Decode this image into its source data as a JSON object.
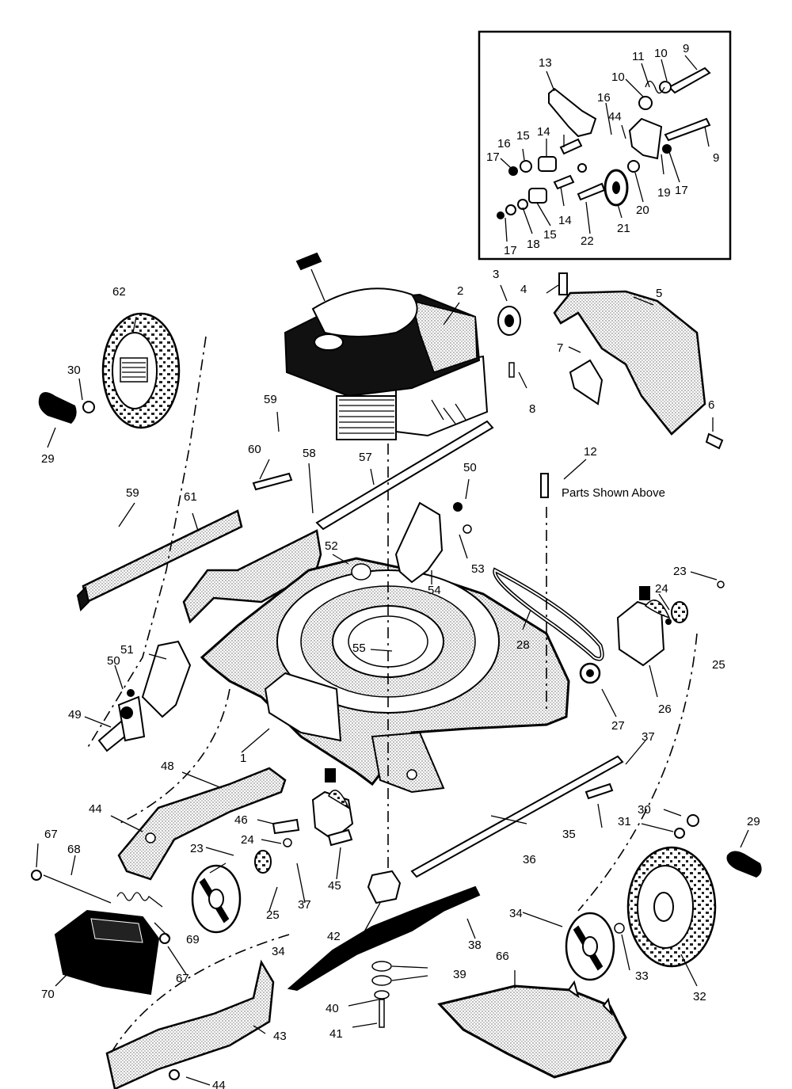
{
  "inset": {
    "callouts": [
      "13",
      "11",
      "10",
      "9",
      "10",
      "16",
      "44",
      "15",
      "14",
      "16",
      "17",
      "9",
      "19",
      "17",
      "20",
      "14",
      "15",
      "21",
      "18",
      "22",
      "17"
    ]
  },
  "note": "Parts Shown Above",
  "callouts": [
    "2",
    "3",
    "4",
    "5",
    "62",
    "30",
    "29",
    "7",
    "8",
    "6",
    "59",
    "60",
    "58",
    "57",
    "50",
    "12",
    "59",
    "61",
    "52",
    "53",
    "54",
    "23",
    "24",
    "25",
    "28",
    "51",
    "50",
    "55",
    "49",
    "26",
    "27",
    "37",
    "1",
    "48",
    "44",
    "46",
    "24",
    "45",
    "30",
    "31",
    "29",
    "67",
    "68",
    "23",
    "37",
    "36",
    "35",
    "25",
    "34",
    "42",
    "38",
    "69",
    "67",
    "70",
    "39",
    "66",
    "34",
    "33",
    "32",
    "40",
    "41",
    "43",
    "44"
  ]
}
